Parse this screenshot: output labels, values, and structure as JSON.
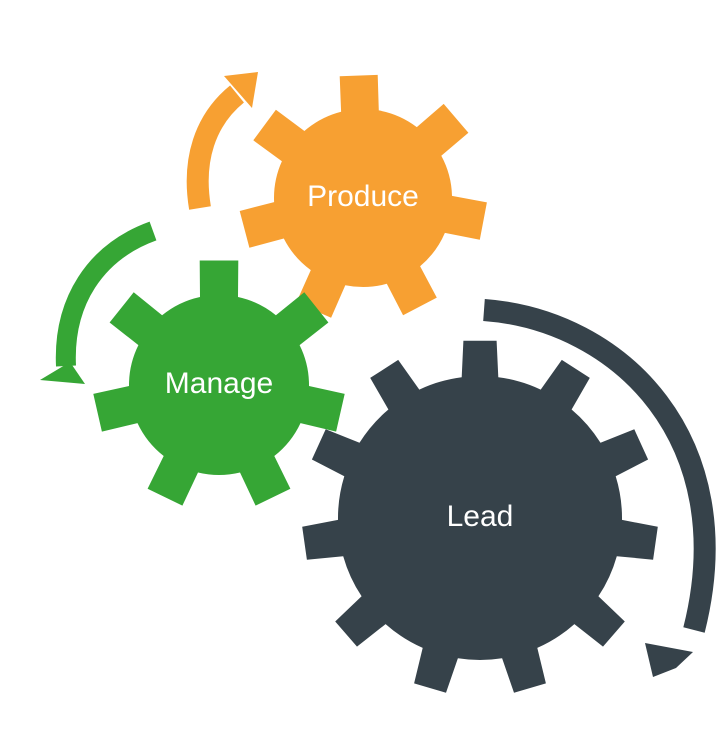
{
  "diagram": {
    "gears": [
      {
        "id": "produce",
        "label": "Produce",
        "color": "#F7A032"
      },
      {
        "id": "manage",
        "label": "Manage",
        "color": "#36A635"
      },
      {
        "id": "lead",
        "label": "Lead",
        "color": "#36424A"
      }
    ],
    "arrows": [
      {
        "id": "produce-arrow",
        "color": "#F7A032"
      },
      {
        "id": "manage-arrow",
        "color": "#36A635"
      },
      {
        "id": "lead-arrow",
        "color": "#36424A"
      }
    ]
  }
}
